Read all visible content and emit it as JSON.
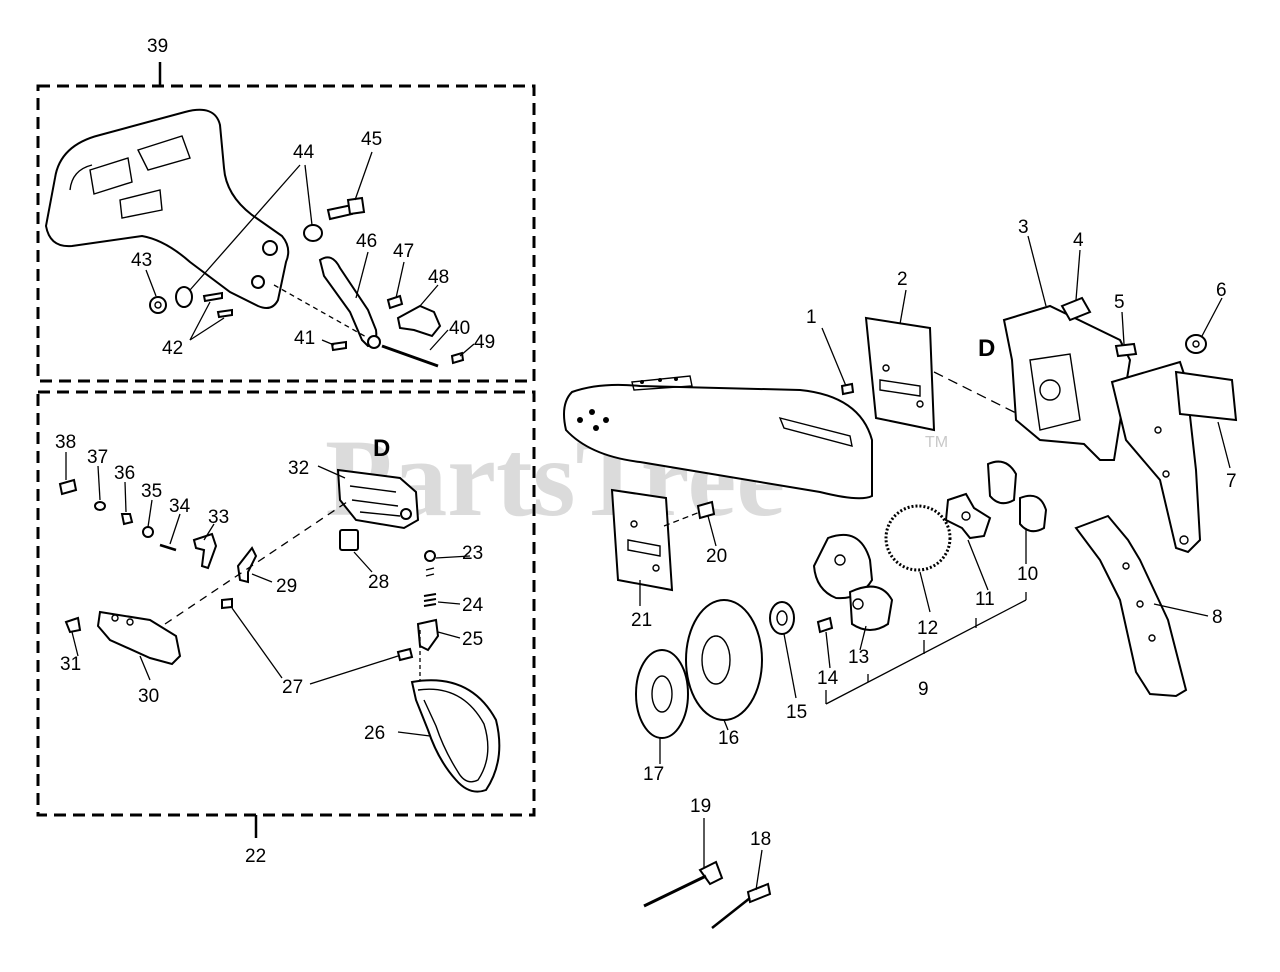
{
  "watermark": {
    "brand": "PartsTree",
    "trademark": "TM"
  },
  "group_labels": {
    "upper_group": "39",
    "lower_group": "22"
  },
  "reference_letter": "D",
  "callouts": {
    "c1": "1",
    "c2": "2",
    "c3": "3",
    "c4": "4",
    "c5": "5",
    "c6": "6",
    "c7": "7",
    "c8": "8",
    "c9": "9",
    "c10": "10",
    "c11": "11",
    "c12": "12",
    "c13": "13",
    "c14": "14",
    "c15": "15",
    "c16": "16",
    "c17": "17",
    "c18": "18",
    "c19": "19",
    "c20": "20",
    "c21": "21",
    "c23": "23",
    "c24": "24",
    "c25": "25",
    "c26": "26",
    "c27": "27",
    "c28": "28",
    "c29": "29",
    "c30": "30",
    "c31": "31",
    "c32": "32",
    "c33": "33",
    "c34": "34",
    "c35": "35",
    "c36": "36",
    "c37": "37",
    "c38": "38",
    "c40": "40",
    "c41": "41",
    "c42": "42",
    "c43": "43",
    "c44": "44",
    "c45": "45",
    "c46": "46",
    "c47": "47",
    "c48": "48",
    "c49": "49"
  }
}
